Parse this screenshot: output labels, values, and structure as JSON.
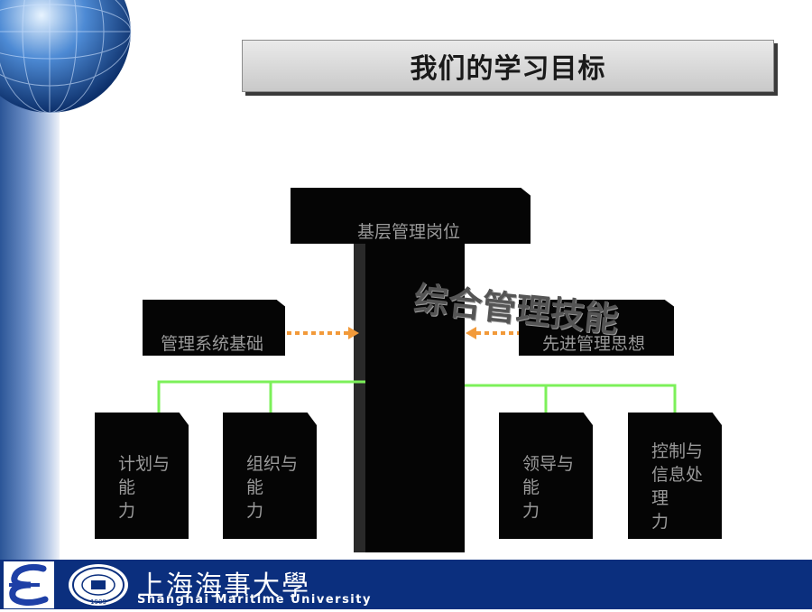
{
  "title": "我们的学习目标",
  "top_box": "基层管理岗位",
  "center_vertical_text": "综合管理技能",
  "left_box": "管理系统基础",
  "right_box": "先进管理思想",
  "skills": [
    {
      "lines": [
        "计划与",
        "能",
        "力"
      ]
    },
    {
      "lines": [
        "组织与",
        "能",
        "力"
      ]
    },
    {
      "lines": [
        "领导与",
        "能",
        "力"
      ]
    },
    {
      "lines": [
        "控制与",
        "信息处",
        "理",
        "力"
      ]
    }
  ],
  "footer": {
    "university_cn": "上海海事大學",
    "university_en": "Shanghai Maritime University",
    "seal_year": "1909"
  },
  "colors": {
    "connector": "#7cf05a",
    "arrow": "#f29a3a",
    "box": "#050505",
    "box_text": "#9a9a9a",
    "footer": "#0b2f7e"
  }
}
